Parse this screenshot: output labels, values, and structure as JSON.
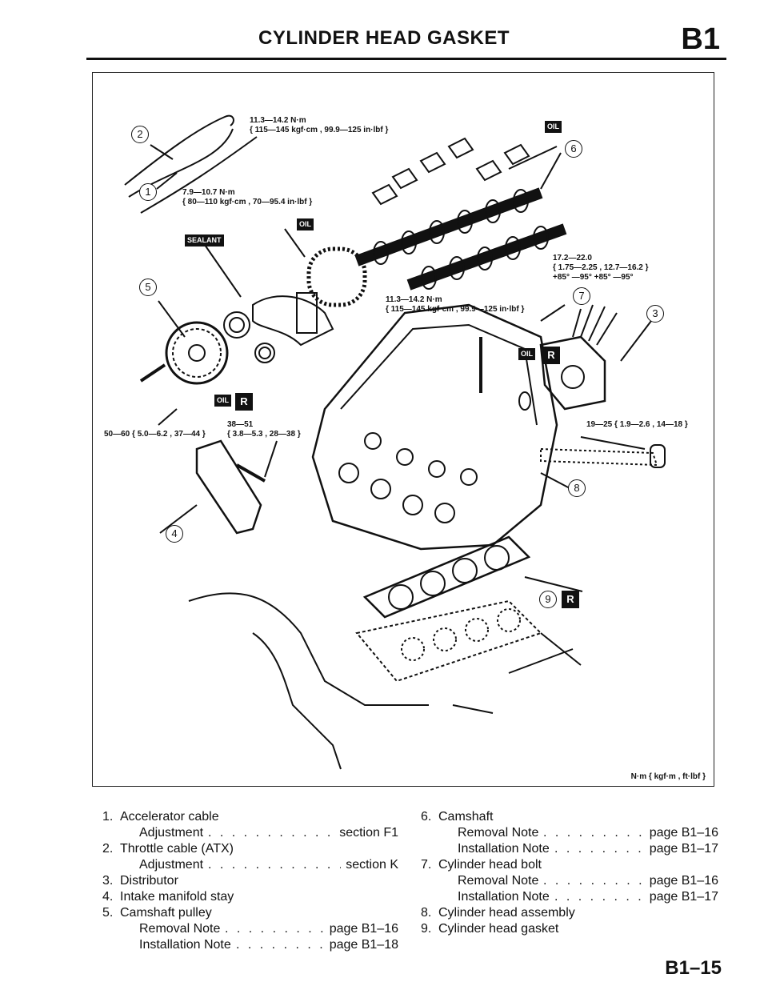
{
  "header": {
    "title": "CYLINDER HEAD GASKET",
    "section": "B1"
  },
  "figure": {
    "callouts": [
      "1",
      "2",
      "3",
      "4",
      "5",
      "6",
      "7",
      "8",
      "9"
    ],
    "torque_labels": [
      "11.3—14.2 N·m",
      "{ 115—145 kgf·cm , 99.9—125 in·lbf }",
      "7.9—10.7 N·m",
      "{ 80—110 kgf·cm , 70—95.4 in·lbf }",
      "17.2—22.0",
      "{ 1.75—2.25 , 12.7—16.2 }",
      "+85° —95° +85° —95°",
      "11.3—14.2 N·m",
      "{ 115—145 kgf·cm , 99.9—125 in·lbf }",
      "19—25 { 1.9—2.6 , 14—18 }",
      "38—51",
      "{ 3.8—5.3 , 28—38 }",
      "50—60 { 5.0—6.2 , 37—44 }"
    ],
    "badges": {
      "oil": "OIL",
      "sealant": "SEALANT",
      "replace": "R"
    },
    "unit_legend": "N·m { kgf·m , ft·lbf }"
  },
  "legend_left": [
    {
      "type": "item",
      "num": "1.",
      "label": "Accelerator cable"
    },
    {
      "type": "sub",
      "label": "Adjustment",
      "ref": "section F1"
    },
    {
      "type": "item",
      "num": "2.",
      "label": "Throttle cable (ATX)"
    },
    {
      "type": "sub",
      "label": "Adjustment",
      "ref": "section K"
    },
    {
      "type": "item",
      "num": "3.",
      "label": "Distributor"
    },
    {
      "type": "item",
      "num": "4.",
      "label": "Intake manifold stay"
    },
    {
      "type": "item",
      "num": "5.",
      "label": "Camshaft pulley"
    },
    {
      "type": "sub",
      "label": "Removal Note",
      "ref": "page B1–16"
    },
    {
      "type": "sub",
      "label": "Installation Note",
      "ref": "page B1–18"
    }
  ],
  "legend_right": [
    {
      "type": "item",
      "num": "6.",
      "label": "Camshaft"
    },
    {
      "type": "sub",
      "label": "Removal Note",
      "ref": "page B1–16"
    },
    {
      "type": "sub",
      "label": "Installation Note",
      "ref": "page B1–17"
    },
    {
      "type": "item",
      "num": "7.",
      "label": "Cylinder head bolt"
    },
    {
      "type": "sub",
      "label": "Removal Note",
      "ref": "page B1–16"
    },
    {
      "type": "sub",
      "label": "Installation Note",
      "ref": "page B1–17"
    },
    {
      "type": "item",
      "num": "8.",
      "label": "Cylinder head assembly"
    },
    {
      "type": "item",
      "num": "9.",
      "label": "Cylinder head gasket"
    }
  ],
  "page_number": "B1–15"
}
